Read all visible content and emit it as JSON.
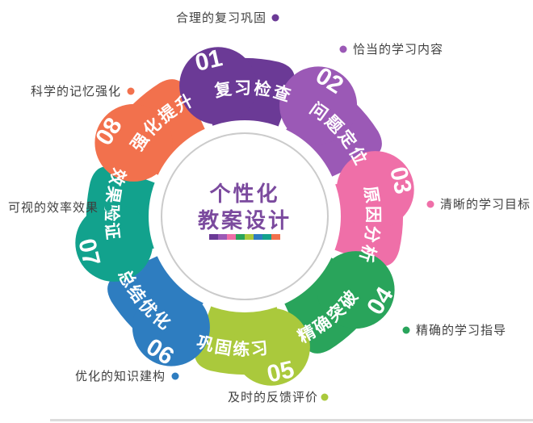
{
  "center": {
    "title_line1": "个性化",
    "title_line2": "教案设计",
    "title_color": "#7b4a9e"
  },
  "colors": {
    "annotation_text": "#3f3f3f",
    "ring": "#cbcbcb",
    "divider": "#dcdcdc"
  },
  "segments": [
    {
      "number": "01",
      "label": "复习检查",
      "annotation": "合理的复习巩固",
      "color": "#6b3a96"
    },
    {
      "number": "02",
      "label": "问题定位",
      "annotation": "恰当的学习内容",
      "color": "#9b59b6"
    },
    {
      "number": "03",
      "label": "原因分析",
      "annotation": "清晰的学习目标",
      "color": "#ef6fa8"
    },
    {
      "number": "04",
      "label": "精确突破",
      "annotation": "精确的学习指导",
      "color": "#29a45b"
    },
    {
      "number": "05",
      "label": "巩固练习",
      "annotation": "及时的反馈评价",
      "color": "#aac93c"
    },
    {
      "number": "06",
      "label": "总结优化",
      "annotation": "优化的知识建构",
      "color": "#2e7dc0"
    },
    {
      "number": "07",
      "label": "效果验证",
      "annotation": "可视的效率效果",
      "color": "#12a28d"
    },
    {
      "number": "08",
      "label": "强化提升",
      "annotation": "科学的记忆强化",
      "color": "#f2714d"
    }
  ]
}
